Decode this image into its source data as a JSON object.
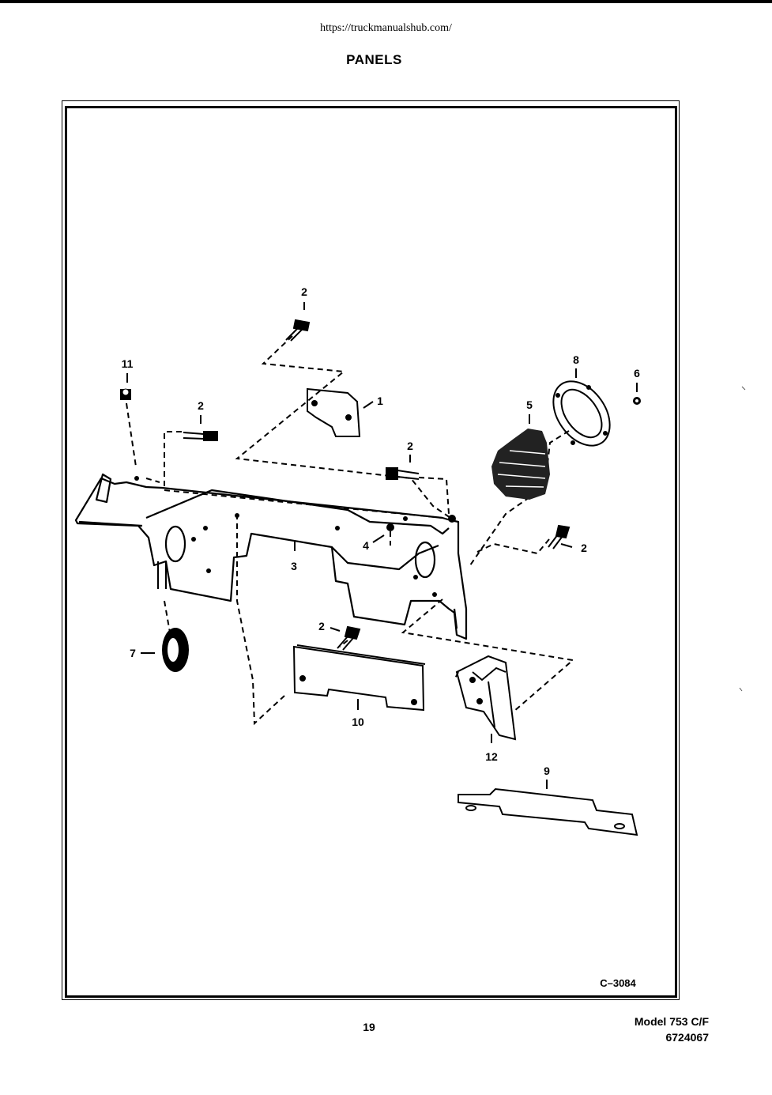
{
  "header": {
    "url": "https://truckmanualshub.com/",
    "title": "PANELS"
  },
  "diagram": {
    "callouts": {
      "c2_top": "2",
      "c11": "11",
      "c2_left": "2",
      "c1": "1",
      "c2_mid": "2",
      "c8": "8",
      "c6": "6",
      "c5": "5",
      "c4": "4",
      "c3": "3",
      "c2_right": "2",
      "c7": "7",
      "c2_low": "2",
      "c10": "10",
      "c12": "12",
      "c9": "9"
    },
    "figure_code": "C–3084"
  },
  "footer": {
    "page_number": "19",
    "model": "Model 753 C/F",
    "part_number": "6724067"
  }
}
